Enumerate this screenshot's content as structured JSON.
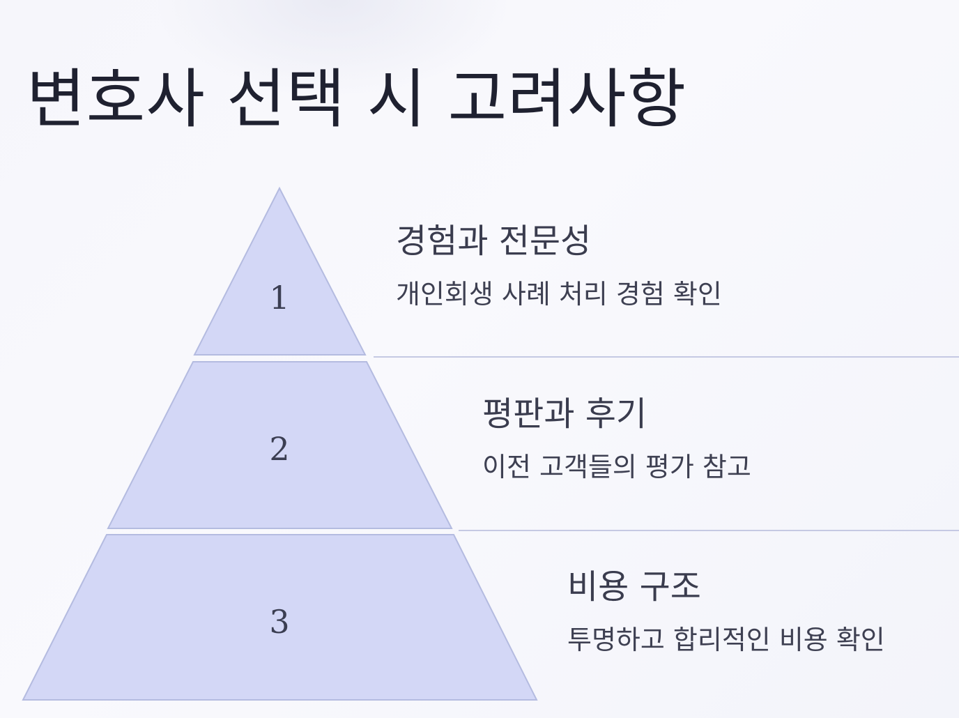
{
  "title": "변호사 선택 시 고려사항",
  "colors": {
    "tier_fill": "#d3d7f6",
    "tier_stroke": "#b4bbe0",
    "divider": "#c5c9e3",
    "text": "#26283a"
  },
  "tiers": [
    {
      "number": "1",
      "heading": "경험과 전문성",
      "description": "개인회생 사례 처리 경험 확인"
    },
    {
      "number": "2",
      "heading": "평판과 후기",
      "description": "이전 고객들의 평가 참고"
    },
    {
      "number": "3",
      "heading": "비용 구조",
      "description": "투명하고 합리적인 비용 확인"
    }
  ]
}
